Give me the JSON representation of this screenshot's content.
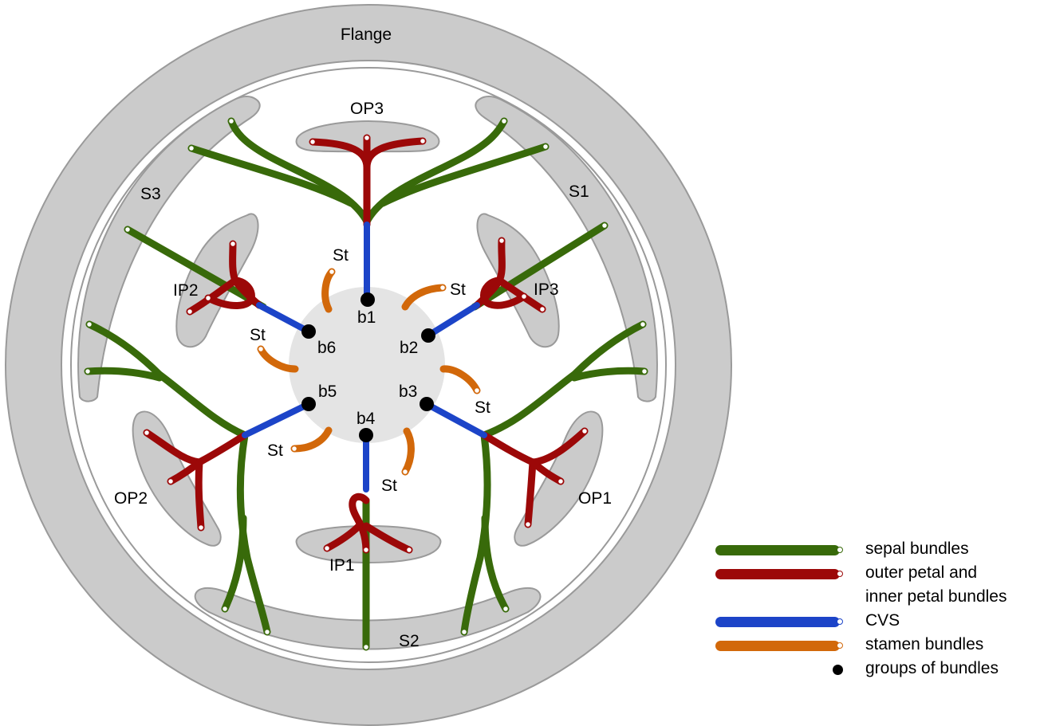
{
  "colors": {
    "sepal": "#386a0a",
    "petal": "#9c0808",
    "cvs": "#1c44c8",
    "stamen": "#d2680a",
    "group": "#000000",
    "structure_fill": "#cbcbcb",
    "structure_stroke": "#9a9a9a",
    "receptacle": "#e4e4e4"
  },
  "labels": {
    "flange": "Flange",
    "op3": "OP3",
    "op2": "OP2",
    "op1": "OP1",
    "s3": "S3",
    "s1": "S1",
    "s2": "S2",
    "ip1": "IP1",
    "ip2": "IP2",
    "ip3": "IP3",
    "st": "St",
    "b1": "b1",
    "b2": "b2",
    "b3": "b3",
    "b4": "b4",
    "b5": "b5",
    "b6": "b6"
  },
  "legend": {
    "sepal": "sepal bundles",
    "petal_line1": "outer petal and",
    "petal_line2": "inner petal bundles",
    "cvs": "CVS",
    "stamen": "stamen bundles",
    "groups": "groups of bundles"
  }
}
